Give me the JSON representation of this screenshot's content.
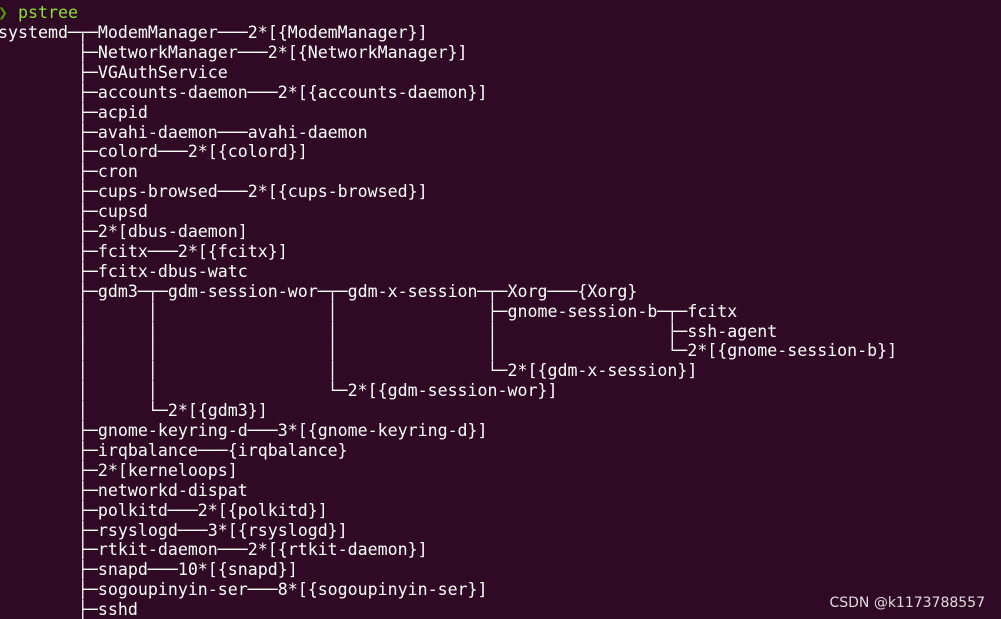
{
  "colors": {
    "background": "#300a24",
    "foreground": "#ffffff",
    "prompt_arrow": "#4e9a06",
    "command": "#8ae234"
  },
  "prompt": {
    "symbol": "❯",
    "command": "pstree"
  },
  "output_lines": [
    "systemd─┬─ModemManager───2*[{ModemManager}]",
    "        ├─NetworkManager───2*[{NetworkManager}]",
    "        ├─VGAuthService",
    "        ├─accounts-daemon───2*[{accounts-daemon}]",
    "        ├─acpid",
    "        ├─avahi-daemon───avahi-daemon",
    "        ├─colord───2*[{colord}]",
    "        ├─cron",
    "        ├─cups-browsed───2*[{cups-browsed}]",
    "        ├─cupsd",
    "        ├─2*[dbus-daemon]",
    "        ├─fcitx───2*[{fcitx}]",
    "        ├─fcitx-dbus-watc",
    "        ├─gdm3─┬─gdm-session-wor─┬─gdm-x-session─┬─Xorg───{Xorg}",
    "        │      │                 │               ├─gnome-session-b─┬─fcitx",
    "        │      │                 │               │                 ├─ssh-agent",
    "        │      │                 │               │                 └─2*[{gnome-session-b}]",
    "        │      │                 │               └─2*[{gdm-x-session}]",
    "        │      │                 └─2*[{gdm-session-wor}]",
    "        │      └─2*[{gdm3}]",
    "        ├─gnome-keyring-d───3*[{gnome-keyring-d}]",
    "        ├─irqbalance───{irqbalance}",
    "        ├─2*[kerneloops]",
    "        ├─networkd-dispat",
    "        ├─polkitd───2*[{polkitd}]",
    "        ├─rsyslogd───3*[{rsyslogd}]",
    "        ├─rtkit-daemon───2*[{rtkit-daemon}]",
    "        ├─snapd───10*[{snapd}]",
    "        ├─sogoupinyin-ser───8*[{sogoupinyin-ser}]",
    "        ├─sshd"
  ],
  "watermark": "CSDN @k1173788557"
}
